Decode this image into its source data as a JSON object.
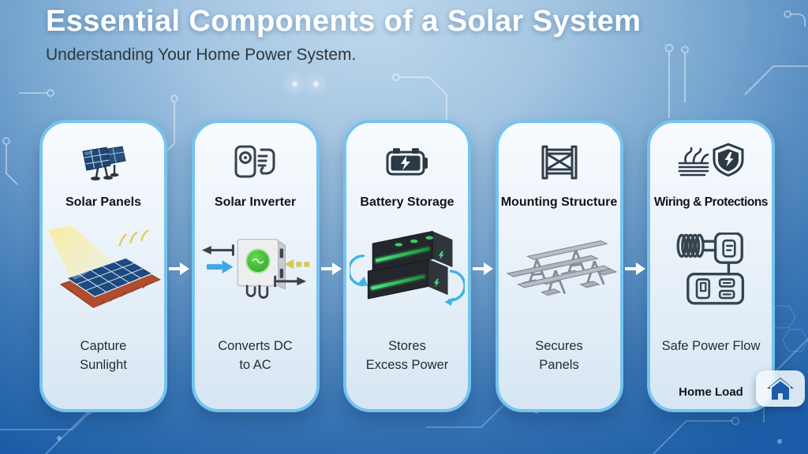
{
  "slide": {
    "title": "Essential Components of a Solar System",
    "subtitle": "Understanding Your Home Power System."
  },
  "cards": [
    {
      "title": "Solar Panels",
      "icon": "solar-panels-icon",
      "illustration": "rooftop-solar-array",
      "caption_lines": [
        "Capture",
        "Sunlight"
      ]
    },
    {
      "title": "Solar Inverter",
      "icon": "inverter-icon",
      "illustration": "inverter-box-dc-ac-flow",
      "caption_lines": [
        "Converts DC",
        "to AC"
      ]
    },
    {
      "title": "Battery Storage",
      "icon": "battery-bolt-icon",
      "illustration": "stacked-battery-modules",
      "caption_lines": [
        "Stores",
        "Excess Power"
      ]
    },
    {
      "title": "Mounting Structure",
      "icon": "scaffold-frame-icon",
      "illustration": "mounting-rails-structure",
      "caption_lines": [
        "Secures",
        "Panels"
      ]
    },
    {
      "title": "Wiring & Protections",
      "icon": "wiring-shield-icon",
      "illustration": "wiring-circuit-diagram",
      "caption_lines": [
        "Safe Power Flow"
      ],
      "footer_label": "Home Load"
    }
  ],
  "flow": {
    "arrow_count": 4,
    "direction": "right",
    "arrow_color": "#FFFFFF"
  },
  "home_button": {
    "icon": "home-icon"
  },
  "colors": {
    "card_border": "#76C3EF",
    "card_bg_top": "#F8FBFE",
    "card_bg_bottom": "#D7E6F3",
    "background_top": "#BED8EC",
    "background_bottom": "#1A5CA7",
    "title_text": "#FFFFFF",
    "subtitle_text": "#2E373E",
    "accent_green": "#45C83E",
    "accent_cyan": "#3FB2E6",
    "accent_yellow": "#D5C85C",
    "home_icon_blue": "#1D5CA7"
  }
}
